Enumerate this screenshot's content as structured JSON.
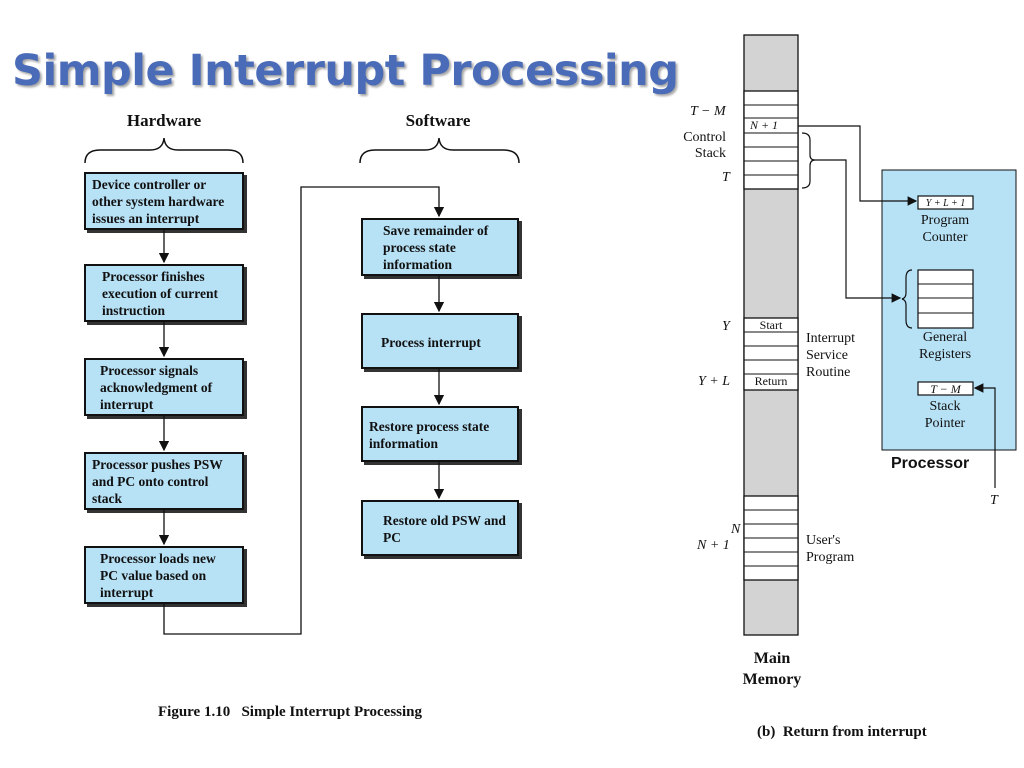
{
  "title": "Simple Interrupt Processing",
  "flow": {
    "hardware_label": "Hardware",
    "software_label": "Software",
    "hardware_steps": [
      "Device controller or other system hardware issues an interrupt",
      "Processor finishes execution of current instruction",
      "Processor signals acknowledgment of interrupt",
      "Processor pushes PSW and PC onto control stack",
      "Processor loads new PC value based on interrupt"
    ],
    "software_steps": [
      "Save remainder of process state information",
      "Process interrupt",
      "Restore process state information",
      "Restore old PSW and PC"
    ],
    "caption": "Figure 1.10   Simple Interrupt Processing"
  },
  "memory": {
    "t_minus_m": "T − M",
    "n_plus_1_cell": "N + 1",
    "control_stack": "Control Stack",
    "t": "T",
    "y": "Y",
    "start": "Start",
    "isr": "Interrupt Service Routine",
    "y_plus_l": "Y + L",
    "return": "Return",
    "n": "N",
    "n_plus_1": "N + 1",
    "users_program": "User's Program",
    "main_memory": "Main Memory",
    "processor": {
      "pc_value": "Y + L + 1",
      "pc_label": "Program Counter",
      "gr_label": "General Registers",
      "sp_value": "T − M",
      "sp_label": "Stack Pointer",
      "name": "Processor",
      "t_input": "T"
    },
    "caption": "(b)  Return from interrupt"
  },
  "colors": {
    "title": "#4a6bb8",
    "box_fill": "#b7e1f5",
    "processor_fill": "#b7e1f5",
    "memory_grey": "#d3d3d3"
  }
}
